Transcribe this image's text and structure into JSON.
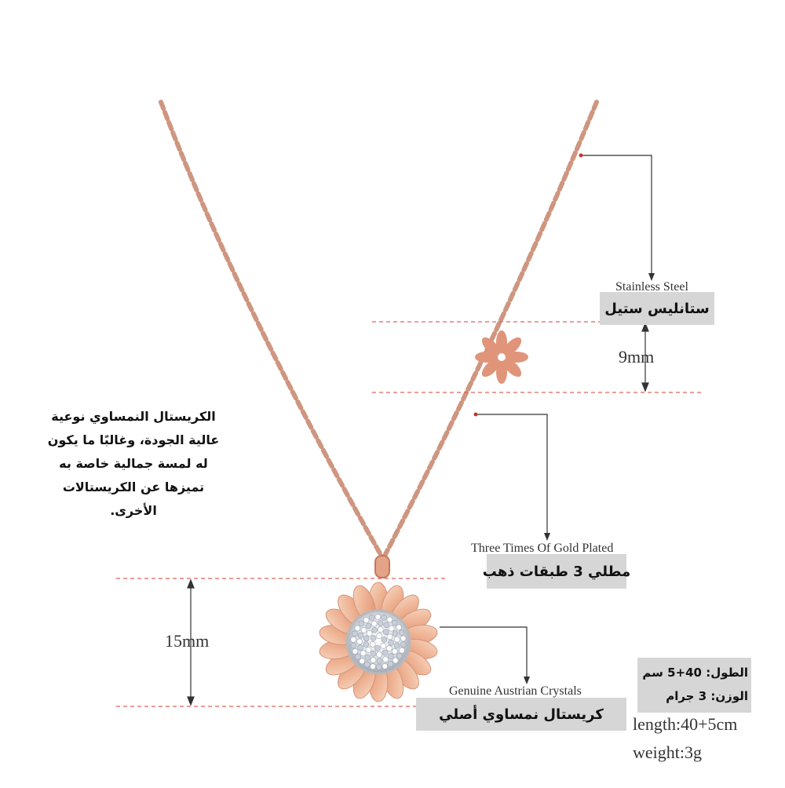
{
  "labels": {
    "steel_en": "Stainless Steel",
    "steel_ar": "ستانليس ستيل",
    "gold_en": "Three Times Of Gold Plated",
    "gold_ar": "مطلي 3 طبقات ذهب",
    "crystal_en": "Genuine Austrian Crystals",
    "crystal_ar": "كريستال نمساوي أصلي"
  },
  "dimensions": {
    "small_flower": "9mm",
    "pendant": "15mm"
  },
  "description_ar": [
    "الكريستال النمساوي نوعية",
    "عالية الجودة، وغالبًا ما يكون",
    "له لمسة جمالية خاصة به",
    "تميزها عن الكريستالات",
    "الأخرى."
  ],
  "specs_ar": {
    "length": "الطول: 40+5 سم",
    "weight": "الوزن: 3 جرام"
  },
  "specs_en": {
    "length": "length:40+5cm",
    "weight": "weight:3g"
  },
  "colors": {
    "chain": "#c98b72",
    "petal_light": "#f3c8ad",
    "petal_dark": "#e0957a",
    "guide_line": "#e0645a",
    "label_bg": "#d6d6d6"
  }
}
